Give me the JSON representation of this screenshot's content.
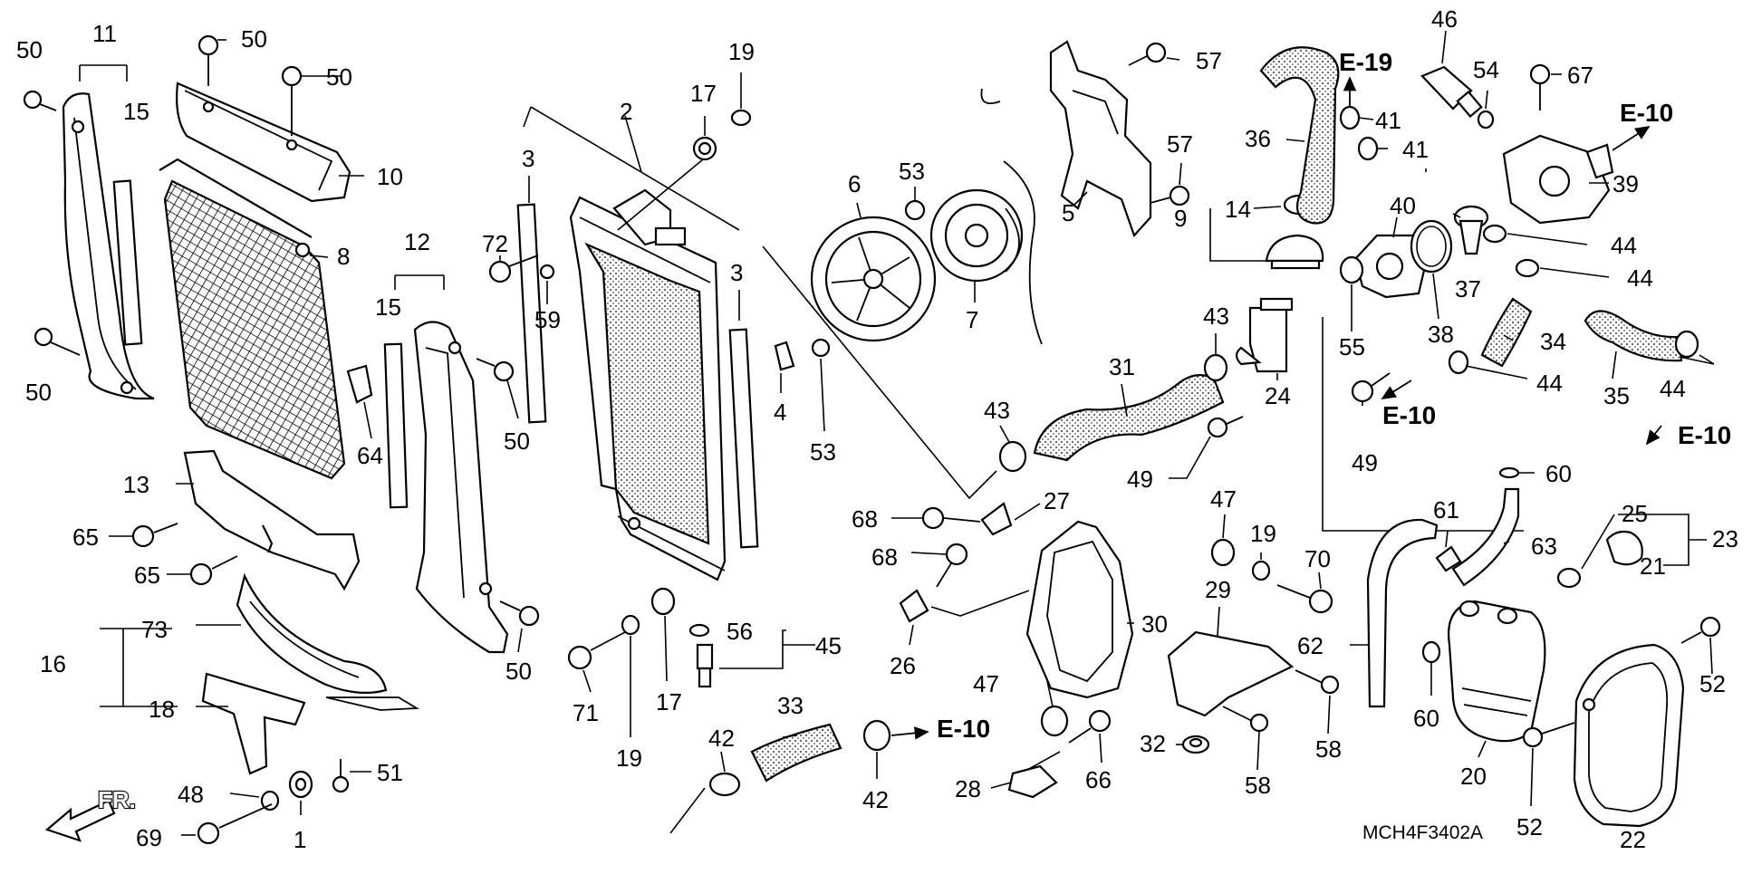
{
  "diagram": {
    "part_code": "MCH4F3402A",
    "front_marker": "FR.",
    "callouts": [
      {
        "id": "c50a",
        "text": "50"
      },
      {
        "id": "c11",
        "text": "11"
      },
      {
        "id": "c15a",
        "text": "15"
      },
      {
        "id": "c50b",
        "text": "50"
      },
      {
        "id": "c50c",
        "text": "50"
      },
      {
        "id": "c10",
        "text": "10"
      },
      {
        "id": "c8",
        "text": "8"
      },
      {
        "id": "c50d",
        "text": "50"
      },
      {
        "id": "c12",
        "text": "12"
      },
      {
        "id": "c15b",
        "text": "15"
      },
      {
        "id": "c64",
        "text": "64"
      },
      {
        "id": "c50e",
        "text": "50"
      },
      {
        "id": "c13",
        "text": "13"
      },
      {
        "id": "c65a",
        "text": "65"
      },
      {
        "id": "c65b",
        "text": "65"
      },
      {
        "id": "c50f",
        "text": "50"
      },
      {
        "id": "c73",
        "text": "73"
      },
      {
        "id": "c16",
        "text": "16"
      },
      {
        "id": "c18",
        "text": "18"
      },
      {
        "id": "c51",
        "text": "51"
      },
      {
        "id": "c48",
        "text": "48"
      },
      {
        "id": "c69",
        "text": "69"
      },
      {
        "id": "c1",
        "text": "1"
      },
      {
        "id": "c19a",
        "text": "19"
      },
      {
        "id": "c2",
        "text": "2"
      },
      {
        "id": "c17a",
        "text": "17"
      },
      {
        "id": "c3a",
        "text": "3"
      },
      {
        "id": "c72",
        "text": "72"
      },
      {
        "id": "c59",
        "text": "59"
      },
      {
        "id": "c3b",
        "text": "3"
      },
      {
        "id": "c4",
        "text": "4"
      },
      {
        "id": "c53a",
        "text": "53"
      },
      {
        "id": "c56",
        "text": "56"
      },
      {
        "id": "c45",
        "text": "45"
      },
      {
        "id": "c71",
        "text": "71"
      },
      {
        "id": "c19b",
        "text": "19"
      },
      {
        "id": "c17b",
        "text": "17"
      },
      {
        "id": "c33",
        "text": "33"
      },
      {
        "id": "c42a",
        "text": "42"
      },
      {
        "id": "c42b",
        "text": "42"
      },
      {
        "id": "c6",
        "text": "6"
      },
      {
        "id": "c53b",
        "text": "53"
      },
      {
        "id": "c7",
        "text": "7"
      },
      {
        "id": "c57a",
        "text": "57"
      },
      {
        "id": "c57b",
        "text": "57"
      },
      {
        "id": "c5",
        "text": "5"
      },
      {
        "id": "c9",
        "text": "9"
      },
      {
        "id": "c14",
        "text": "14"
      },
      {
        "id": "c31",
        "text": "31"
      },
      {
        "id": "c43a",
        "text": "43"
      },
      {
        "id": "c43b",
        "text": "43"
      },
      {
        "id": "c24",
        "text": "24"
      },
      {
        "id": "c49a",
        "text": "49"
      },
      {
        "id": "c27",
        "text": "27"
      },
      {
        "id": "c68a",
        "text": "68"
      },
      {
        "id": "c68b",
        "text": "68"
      },
      {
        "id": "c26",
        "text": "26"
      },
      {
        "id": "c30",
        "text": "30"
      },
      {
        "id": "c47a",
        "text": "47"
      },
      {
        "id": "c19c",
        "text": "19"
      },
      {
        "id": "c70",
        "text": "70"
      },
      {
        "id": "c29",
        "text": "29"
      },
      {
        "id": "c58a",
        "text": "58"
      },
      {
        "id": "c58b",
        "text": "58"
      },
      {
        "id": "c47b",
        "text": "47"
      },
      {
        "id": "c32",
        "text": "32"
      },
      {
        "id": "c28",
        "text": "28"
      },
      {
        "id": "c66",
        "text": "66"
      },
      {
        "id": "c36",
        "text": "36"
      },
      {
        "id": "c46",
        "text": "46"
      },
      {
        "id": "c41a",
        "text": "41"
      },
      {
        "id": "c41b",
        "text": "41"
      },
      {
        "id": "c54",
        "text": "54"
      },
      {
        "id": "c67",
        "text": "67"
      },
      {
        "id": "c40",
        "text": "40"
      },
      {
        "id": "c39",
        "text": "39"
      },
      {
        "id": "c37",
        "text": "37"
      },
      {
        "id": "c44a",
        "text": "44"
      },
      {
        "id": "c44b",
        "text": "44"
      },
      {
        "id": "c44c",
        "text": "44"
      },
      {
        "id": "c44d",
        "text": "44"
      },
      {
        "id": "c55",
        "text": "55"
      },
      {
        "id": "c38",
        "text": "38"
      },
      {
        "id": "c34",
        "text": "34"
      },
      {
        "id": "c35",
        "text": "35"
      },
      {
        "id": "c49b",
        "text": "49"
      },
      {
        "id": "c60a",
        "text": "60"
      },
      {
        "id": "c61",
        "text": "61"
      },
      {
        "id": "c63",
        "text": "63"
      },
      {
        "id": "c25",
        "text": "25"
      },
      {
        "id": "c23",
        "text": "23"
      },
      {
        "id": "c21",
        "text": "21"
      },
      {
        "id": "c62",
        "text": "62"
      },
      {
        "id": "c60b",
        "text": "60"
      },
      {
        "id": "c20",
        "text": "20"
      },
      {
        "id": "c52a",
        "text": "52"
      },
      {
        "id": "c52b",
        "text": "52"
      },
      {
        "id": "c22",
        "text": "22"
      }
    ],
    "references": {
      "e19": "E-19",
      "e10_a": "E-10",
      "e10_b": "E-10",
      "e10_c": "E-10",
      "e10_d": "E-10"
    }
  }
}
